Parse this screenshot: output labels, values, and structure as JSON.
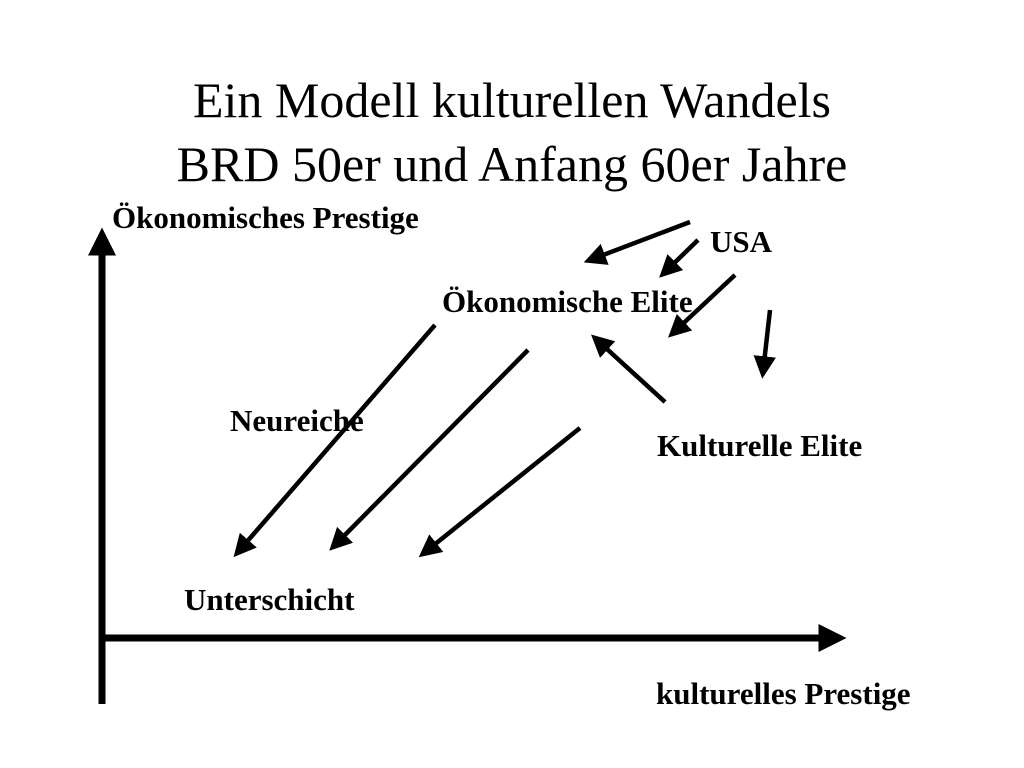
{
  "title": {
    "line1": "Ein Modell kulturellen Wandels",
    "line2": "BRD 50er und Anfang 60er Jahre"
  },
  "axes": {
    "y_label": "Ökonomisches Prestige",
    "x_label": "kulturelles Prestige"
  },
  "nodes": {
    "usa": "USA",
    "economic_elite": "Ökonomische Elite",
    "neureiche": "Neureiche",
    "cultural_elite": "Kulturelle Elite",
    "unterschicht": "Unterschicht"
  },
  "colors": {
    "ink": "#000000",
    "background": "#ffffff"
  }
}
